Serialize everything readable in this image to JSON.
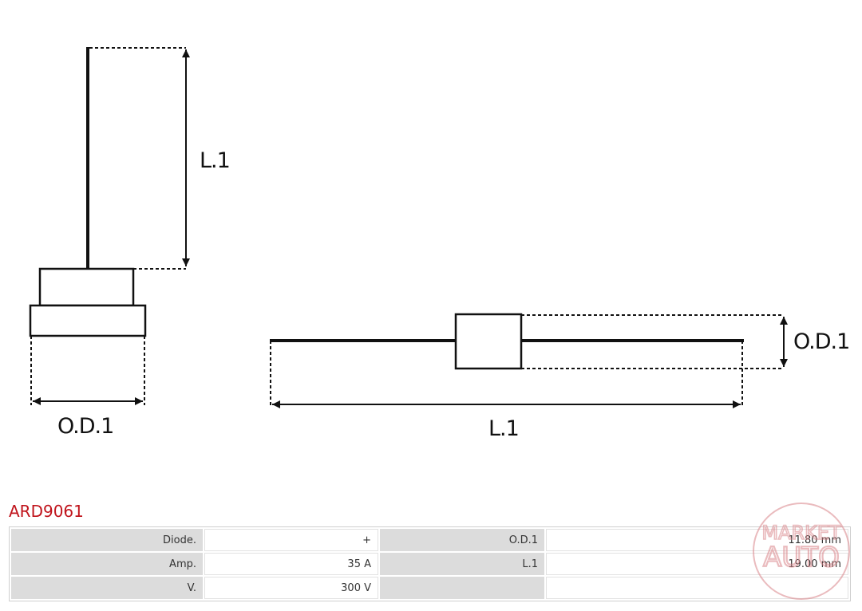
{
  "diagram": {
    "vertical_view": {
      "length_label": "L.1",
      "diameter_label": "O.D.1"
    },
    "horizontal_view": {
      "length_label": "L.1",
      "diameter_label": "O.D.1"
    }
  },
  "product": {
    "part_number": "ARD9061"
  },
  "specs": {
    "rows": [
      {
        "label1": "Diode.",
        "value1": "+",
        "label2": "O.D.1",
        "value2": "11.80 mm"
      },
      {
        "label1": "Amp.",
        "value1": "35 A",
        "label2": "L.1",
        "value2": "19.00 mm"
      },
      {
        "label1": "V.",
        "value1": "300 V",
        "label2": "",
        "value2": ""
      }
    ]
  },
  "watermark": {
    "line1": "MARKET",
    "line2": "AUTO"
  },
  "colors": {
    "part_number": "#c0141c",
    "label_cell": "#dcdcdc",
    "watermark": "#d9858a"
  }
}
